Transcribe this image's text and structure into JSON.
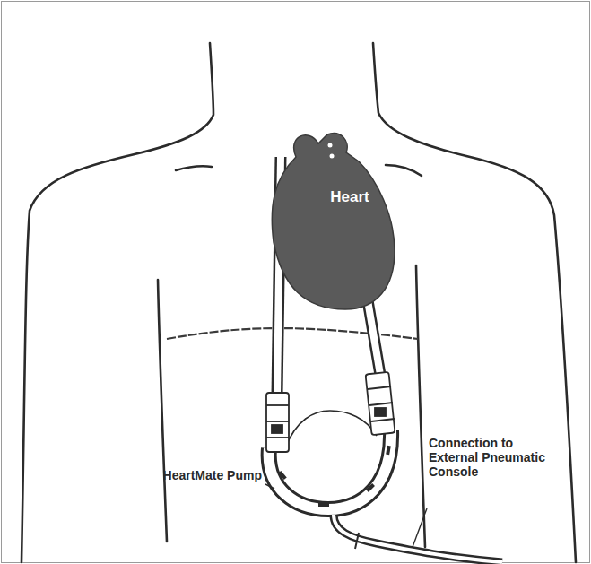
{
  "diagram": {
    "nodes": [
      {
        "text": [
          "Heart"
        ]
      }
    ],
    "labels": [
      "HeartMate Pump",
      "Connection to External Pneumatic Console"
    ]
  }
}
